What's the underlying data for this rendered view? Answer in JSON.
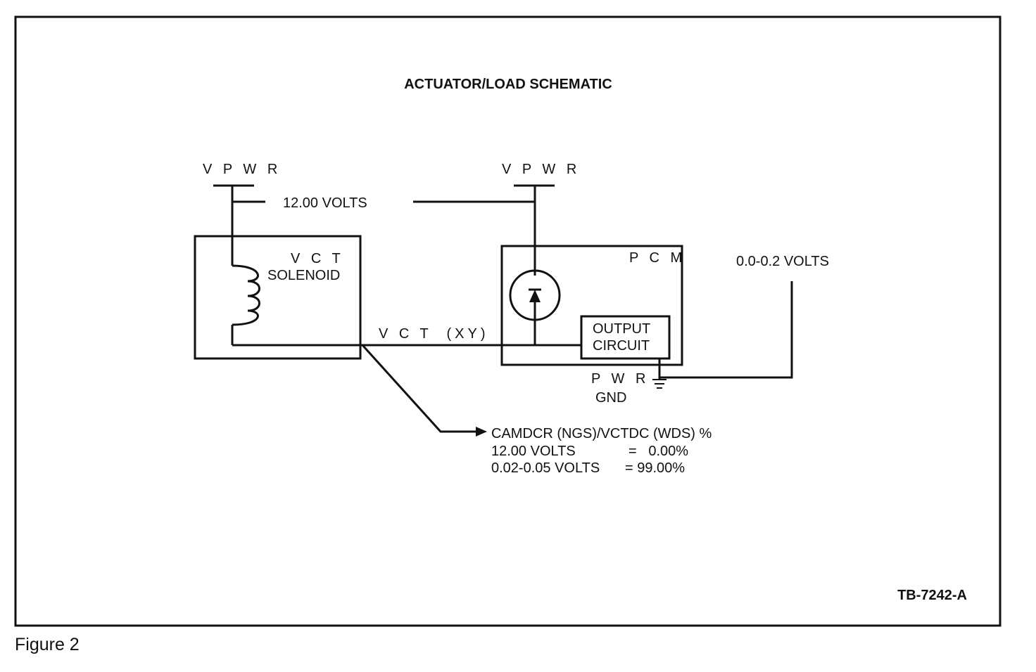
{
  "title": "ACTUATOR/LOAD SCHEMATIC",
  "labels": {
    "vpwr_left": "V P W R",
    "vpwr_right": "V P W R",
    "supply_voltage": "12.00 VOLTS",
    "vct": "V C T",
    "solenoid": "SOLENOID",
    "pcm": "P C M",
    "output_circuit_line1": "OUTPUT",
    "output_circuit_line2": "CIRCUIT",
    "vct_xy": "V C T  (XY)",
    "pwr": "P W R",
    "gnd": "GND",
    "ground_voltage": "0.0-0.2 VOLTS"
  },
  "readout": {
    "heading": "CAMDCR (NGS)/VCTDC (WDS) %",
    "row1_voltage": "12.00 VOLTS",
    "row1_value": "=   0.00%",
    "row2_voltage": "0.02-0.05 VOLTS",
    "row2_value": "= 99.00%"
  },
  "ref_code": "TB-7242-A",
  "figure_caption": "Figure 2"
}
